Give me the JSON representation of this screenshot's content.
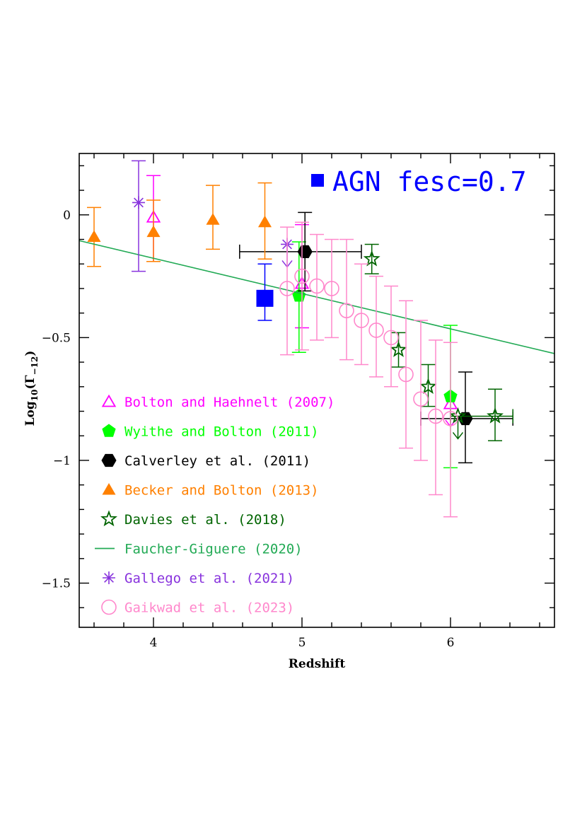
{
  "chart_data": {
    "type": "scatter",
    "title": "AGN fesc=0.7",
    "xlabel": "Redshift",
    "ylabel": {
      "base": "Log",
      "base_sub": "10",
      "open": "(Γ",
      "sub": "−12",
      "close": ")"
    },
    "xlim": [
      3.5,
      6.7
    ],
    "ylim": [
      -1.68,
      0.25
    ],
    "x_ticks": [
      {
        "v": 4,
        "label": "4"
      },
      {
        "v": 5,
        "label": "5"
      },
      {
        "v": 6,
        "label": "6"
      }
    ],
    "y_ticks": [
      {
        "v": 0,
        "label": "0"
      },
      {
        "v": -0.5,
        "label": "−0.5"
      },
      {
        "v": -1,
        "label": "−1"
      },
      {
        "v": -1.5,
        "label": "−1.5"
      }
    ],
    "grid": false,
    "legend_position": "bottom-left",
    "series": [
      {
        "name": "Bolton and Haehnelt (2007)",
        "color": "#ff00ff",
        "marker": "triangle-open",
        "points": [
          {
            "x": 4.0,
            "y": -0.01,
            "ylo": -0.19,
            "yhi": 0.16
          },
          {
            "x": 5.0,
            "y": -0.28,
            "ylo": -0.46,
            "yhi": -0.04
          },
          {
            "x": 6.0,
            "y": -0.77,
            "upper_limit": true
          }
        ]
      },
      {
        "name": "Wyithe and Bolton (2011)",
        "color": "#00ff00",
        "marker": "pentagon-filled",
        "points": [
          {
            "x": 4.98,
            "y": -0.33,
            "ylo": -0.56,
            "yhi": -0.11
          },
          {
            "x": 6.0,
            "y": -0.74,
            "ylo": -1.03,
            "yhi": -0.45
          }
        ]
      },
      {
        "name": "Calverley et al. (2011)",
        "color": "#000000",
        "marker": "hexagon-filled",
        "points": [
          {
            "x": 5.02,
            "y": -0.15,
            "ylo": -0.31,
            "yhi": 0.01,
            "xlo": 4.58,
            "xhi": 5.4
          },
          {
            "x": 6.1,
            "y": -0.83,
            "ylo": -1.01,
            "yhi": -0.64,
            "xlo": 5.8,
            "xhi": 6.42
          }
        ]
      },
      {
        "name": "Becker and Bolton (2013)",
        "color": "#ff8000",
        "marker": "triangle-filled",
        "points": [
          {
            "x": 3.6,
            "y": -0.09,
            "ylo": -0.21,
            "yhi": 0.03
          },
          {
            "x": 4.0,
            "y": -0.07,
            "ylo": -0.19,
            "yhi": 0.06
          },
          {
            "x": 4.4,
            "y": -0.02,
            "ylo": -0.14,
            "yhi": 0.12
          },
          {
            "x": 4.75,
            "y": -0.03,
            "ylo": -0.18,
            "yhi": 0.13
          }
        ]
      },
      {
        "name": "Davies et al. (2018)",
        "color": "#006400",
        "marker": "star-open",
        "points": [
          {
            "x": 5.47,
            "y": -0.18,
            "ylo": -0.24,
            "yhi": -0.12
          },
          {
            "x": 5.65,
            "y": -0.55,
            "ylo": -0.62,
            "yhi": -0.48
          },
          {
            "x": 5.85,
            "y": -0.7,
            "ylo": -0.78,
            "yhi": -0.61
          },
          {
            "x": 6.05,
            "y": -0.82,
            "upper_limit": true
          },
          {
            "x": 6.3,
            "y": -0.82,
            "ylo": -0.92,
            "yhi": -0.71,
            "xlo": 6.0,
            "xhi": 6.42
          }
        ]
      },
      {
        "name": "Faucher-Giguere (2020)",
        "color": "#22aa55",
        "marker": "line",
        "points": [
          {
            "x": 3.5,
            "y": -0.105
          },
          {
            "x": 6.7,
            "y": -0.565
          }
        ]
      },
      {
        "name": "Gallego et al. (2021)",
        "color": "#8833dd",
        "marker": "asterisk",
        "points": [
          {
            "x": 3.9,
            "y": 0.05,
            "ylo": -0.23,
            "yhi": 0.22
          },
          {
            "x": 4.9,
            "y": -0.12,
            "upper_limit": true
          }
        ]
      },
      {
        "name": "Gaikwad et al. (2023)",
        "color": "#ff88cc",
        "marker": "circle-open",
        "points": [
          {
            "x": 4.9,
            "y": -0.3,
            "ylo": -0.57,
            "yhi": -0.05
          },
          {
            "x": 5.0,
            "y": -0.25,
            "ylo": -0.55,
            "yhi": -0.03
          },
          {
            "x": 5.1,
            "y": -0.29,
            "ylo": -0.51,
            "yhi": -0.08
          },
          {
            "x": 5.2,
            "y": -0.3,
            "ylo": -0.5,
            "yhi": -0.1
          },
          {
            "x": 5.3,
            "y": -0.39,
            "ylo": -0.59,
            "yhi": -0.1
          },
          {
            "x": 5.4,
            "y": -0.43,
            "ylo": -0.61,
            "yhi": -0.2
          },
          {
            "x": 5.5,
            "y": -0.47,
            "ylo": -0.66,
            "yhi": -0.25
          },
          {
            "x": 5.6,
            "y": -0.5,
            "ylo": -0.7,
            "yhi": -0.29
          },
          {
            "x": 5.7,
            "y": -0.65,
            "ylo": -0.95,
            "yhi": -0.35
          },
          {
            "x": 5.8,
            "y": -0.75,
            "ylo": -1.0,
            "yhi": -0.43
          },
          {
            "x": 5.9,
            "y": -0.82,
            "ylo": -1.14,
            "yhi": -0.51
          },
          {
            "x": 6.0,
            "y": -0.83,
            "ylo": -1.23,
            "yhi": -0.52
          }
        ]
      },
      {
        "name": "AGN fesc=0.7",
        "color": "#0000ff",
        "marker": "square-filled",
        "legend": false,
        "points": [
          {
            "x": 4.75,
            "y": -0.34,
            "ylo": -0.43,
            "yhi": -0.2
          }
        ]
      }
    ]
  }
}
